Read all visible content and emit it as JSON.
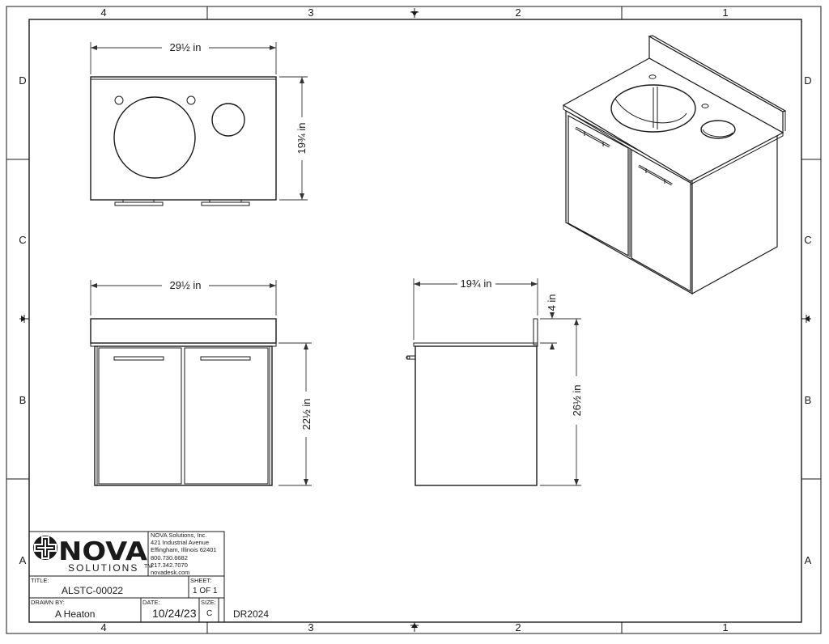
{
  "zones": {
    "top": [
      "4",
      "3",
      "2",
      "1"
    ],
    "bottom": [
      "4",
      "3",
      "2",
      "1"
    ],
    "left": [
      "D",
      "C",
      "B",
      "A"
    ],
    "right": [
      "D",
      "C",
      "B",
      "A"
    ]
  },
  "dimensions": {
    "top_view_width": "29½ in",
    "top_view_depth": "19¾ in",
    "front_width": "29½ in",
    "front_height": "22½ in",
    "side_depth": "19¾ in",
    "side_backsplash": "4 in",
    "side_total_height": "26½ in"
  },
  "title_block": {
    "logo_word": "NOVA",
    "logo_sub": "SOLUTIONS",
    "logo_tm": "TM",
    "company_lines": [
      "NOVA Solutions, Inc.",
      "421 Industrial Avenue",
      "Effingham, Illinois  62401",
      "800.730.6682",
      "217.342.7070",
      "novadesk.com"
    ],
    "title_label": "TITLE:",
    "title_value": "ALSTC-00022",
    "sheet_label": "SHEET:",
    "sheet_value": "1 OF 1",
    "drawn_label": "DRAWN BY:",
    "drawn_value": "A Heaton",
    "date_label": "DATE:",
    "date_value": "10/24/23",
    "size_label": "SIZE:",
    "size_value": "C",
    "drawing_no": "DR2024"
  }
}
